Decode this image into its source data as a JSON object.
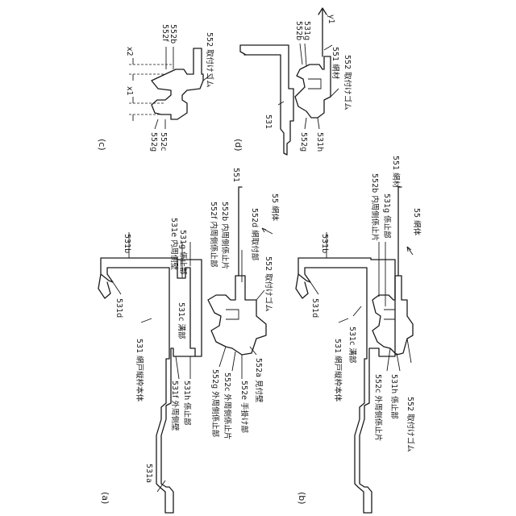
{
  "figures": {
    "a": {
      "caption": "(a)",
      "labels": {
        "l531b": "531b",
        "l531d": "531d",
        "l531a": "531a",
        "l531": "531 網戸縦枠本体",
        "l531e": "531e 内周側壁",
        "l531g": "531g 係止部",
        "l531c": "531c 溝部",
        "l531f": "531f 外周側壁",
        "l531h": "531h 係止部",
        "l551": "551",
        "l55": "55 網体",
        "l552d": "552d 網取付部",
        "l552f": "552f 内周側係止部",
        "l552b": "552b 内周側係止片",
        "l552": "552 取付けゴム",
        "l552a": "552a 見付壁",
        "l552g": "552g 外周側係止部",
        "l552c": "552c 外周側係止片",
        "l552e": "552e 手掛け部"
      }
    },
    "b": {
      "caption": "(b)",
      "labels": {
        "l531b": "531b",
        "l531d": "531d",
        "l531": "531 網戸縦枠本体",
        "l531c": "531c 溝部",
        "l551": "551 網材",
        "l55": "55 網体",
        "l552b": "552b 内周側係止片",
        "l531g": "531g 係止部",
        "l552c": "552c 外周側係止片",
        "l531h": "531h 係止部",
        "l552": "552 取付けゴム"
      }
    },
    "c": {
      "caption": "(c)",
      "labels": {
        "l552f": "552f",
        "l552b": "552b",
        "l552": "552 取付けゴム",
        "x2": "x2",
        "x1": "x1",
        "l552g": "552g",
        "l552c": "552c"
      }
    },
    "d": {
      "caption": "(d)",
      "labels": {
        "l552b": "552b",
        "l531g": "531g",
        "y1": "y1",
        "l551": "551 網材",
        "l552": "552 取付けゴム",
        "l531": "531",
        "l552g": "552g",
        "l531h": "531h"
      }
    }
  }
}
